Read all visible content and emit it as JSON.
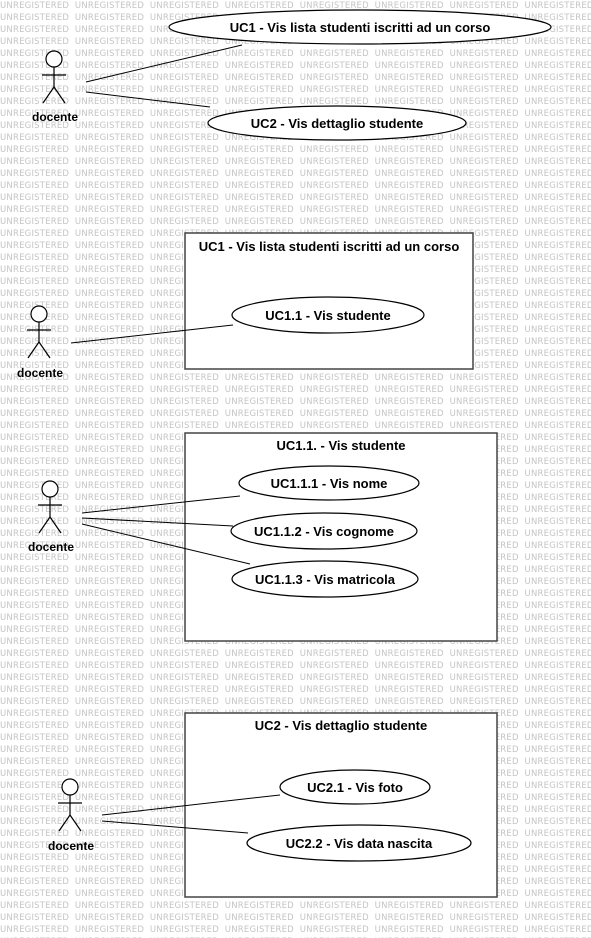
{
  "watermark": {
    "text": "UNREGISTERED"
  },
  "top": {
    "actor": "docente",
    "uc1": "UC1 - Vis lista studenti iscritti ad un corso",
    "uc2": "UC2 - Vis dettaglio studente"
  },
  "box1": {
    "title": "UC1 - Vis lista studenti iscritti ad un corso",
    "actor": "docente",
    "uc": "UC1.1 - Vis studente"
  },
  "box2": {
    "title": "UC1.1. - Vis studente",
    "actor": "docente",
    "uc1": "UC1.1.1 - Vis nome",
    "uc2": "UC1.1.2 - Vis cognome",
    "uc3": "UC1.1.3 - Vis matricola"
  },
  "box3": {
    "title": "UC2 - Vis dettaglio studente",
    "actor": "docente",
    "uc1": "UC2.1 - Vis foto",
    "uc2": "UC2.2 - Vis data nascita"
  }
}
